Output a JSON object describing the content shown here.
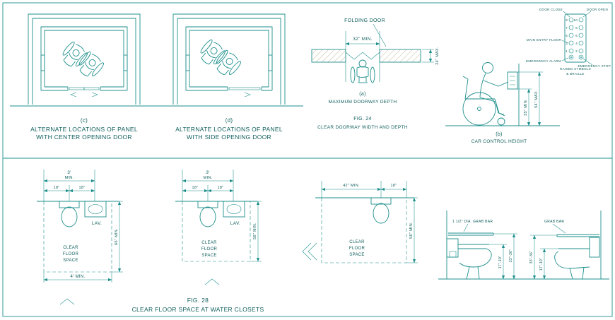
{
  "colors": {
    "line": "#1d8f8c",
    "text": "#0f5f5c",
    "hatch": "#b3a47e",
    "background": "#ffffff"
  },
  "figures": {
    "elevator_c": {
      "tag": "(c)",
      "caption_line1": "ALTERNATE LOCATIONS OF PANEL",
      "caption_line2": "WITH CENTER OPENING DOOR"
    },
    "elevator_d": {
      "tag": "(d)",
      "caption_line1": "ALTERNATE LOCATIONS OF PANEL",
      "caption_line2": "WITH SIDE OPENING DOOR"
    },
    "doorway": {
      "label": "FOLDING DOOR",
      "width_dim": "32\" MIN.",
      "depth_dim": "24\" MAX.",
      "tag": "(a)",
      "tag_caption": "MAXIMUM DOORWAY DEPTH",
      "fig_no": "FIG. 24",
      "fig_title": "CLEAR DOORWAY WIDTH AND DEPTH"
    },
    "car_control_height": {
      "dim_low": "35\" MIN.",
      "dim_high": "54\" MAX.",
      "tag": "(b)",
      "tag_caption": "CAR CONTROL HEIGHT"
    },
    "control_panel": {
      "rows": [
        {
          "l": "9",
          "r": "10"
        },
        {
          "l": "7",
          "r": "8"
        },
        {
          "l": "5",
          "r": "6"
        },
        {
          "l": "3",
          "r": "4"
        },
        {
          "l": "1",
          "r": "2"
        }
      ],
      "label_door_close": "DOOR CLOSE",
      "label_door_open": "DOOR OPEN",
      "label_main_entry": "MAIN ENTRY FLOOR",
      "label_alarm": "EMERGENCY ALARM",
      "label_stop": "EMERGENCY STOP",
      "note_line1": "RAISED SYMBOLS",
      "note_line2": "& BRAILLE"
    },
    "wc_plan_lav_66": {
      "dim_overall": "3'",
      "dim_overall_qual": "MIN.",
      "dim_left": "18\"",
      "dim_right": "18\"",
      "lav_label": "LAV.",
      "dim_depth": "66\" MIN.",
      "dim_width": "4' MIN.",
      "clear_line1": "CLEAR",
      "clear_line2": "FLOOR",
      "clear_line3": "SPACE"
    },
    "wc_plan_lav_56": {
      "dim_overall": "3'",
      "dim_overall_qual": "MIN.",
      "dim_left": "18\"",
      "dim_right": "18\"",
      "lav_label": "LAV.",
      "dim_depth": "56\" MIN.",
      "clear_line1": "CLEAR",
      "clear_line2": "FLOOR",
      "clear_line3": "SPACE"
    },
    "wc_plan_60": {
      "dim_left": "42\" MIN.",
      "dim_right": "18\"",
      "dim_depth": "56\" MIN.",
      "clear_line1": "CLEAR",
      "clear_line2": "FLOOR",
      "clear_line3": "SPACE"
    },
    "wc_elev_grab": {
      "note": "1 1/2\" DIA. GRAB BAR",
      "dim_seat": "17\"-19\"",
      "dim_bar": "33\"-36\""
    },
    "wc_elev_tank": {
      "note": "GRAB BAR",
      "dim_seat": "17\"-19\"",
      "dim_bar": "33\"-36\""
    },
    "fig28": {
      "fig_no": "FIG. 28",
      "fig_title": "CLEAR FLOOR SPACE AT WATER CLOSETS"
    }
  }
}
